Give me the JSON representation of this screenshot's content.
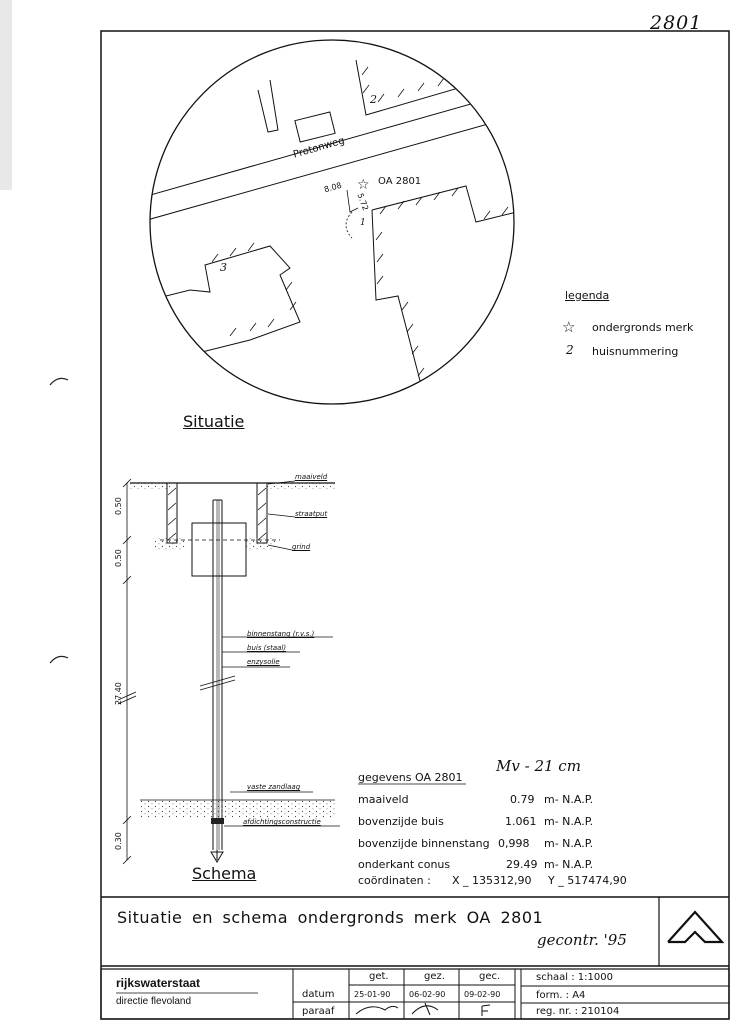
{
  "sheet_number_handwritten": "2801",
  "situatie": {
    "road_name": "Protonweg",
    "marker_label": "OA 2801",
    "dim_left": "8.08",
    "dim_right": "5.72",
    "house_numbers": [
      "2",
      "3",
      "1"
    ],
    "title": "Situatie"
  },
  "legend": {
    "title": "legenda",
    "items": [
      {
        "symbol": "☆",
        "text": "ondergronds merk"
      },
      {
        "symbol": "2",
        "text": "huisnummering"
      }
    ]
  },
  "schema": {
    "title": "Schema",
    "labels": {
      "maaiveld": "maaiveld",
      "straatput": "straatput",
      "grind": "grind",
      "binnenstang": "binnenstang (r.v.s.)",
      "buis": "buis (staal)",
      "enzysolie": "enzysolie",
      "vaste_zandlaag": "vaste zandlaag",
      "afdichting": "afdichtingsconstructie"
    },
    "dimensions": [
      "0.50",
      "0.50",
      "27.40",
      "0.30"
    ]
  },
  "gegevens": {
    "handwritten_note": "Mv - 21 cm",
    "title": "gegevens OA 2801",
    "rows": [
      {
        "label": "maaiveld",
        "value": "0.79",
        "unit": "m- N.A.P."
      },
      {
        "label": "bovenzijde buis",
        "value": "1.061",
        "unit": "m- N.A.P."
      },
      {
        "label": "bovenzijde binnenstang",
        "value": "0,998",
        "unit": "m- N.A.P."
      },
      {
        "label": "onderkant conus",
        "value": "29.49",
        "unit": "m- N.A.P."
      }
    ],
    "coordinates_label": "coördinaten :",
    "x": "X _ 135312,90",
    "y": "Y _ 517474,90"
  },
  "title_block": {
    "title": "Situatie en schema ondergronds merk OA 2801",
    "handwritten_check": "gecontr. '95",
    "organisation": "rijkswaterstaat",
    "directie": "directie flevoland",
    "datum_label": "datum",
    "paraaf_label": "paraaf",
    "columns": [
      {
        "header": "get.",
        "date": "25-01-90"
      },
      {
        "header": "gez.",
        "date": "06-02-90"
      },
      {
        "header": "gec.",
        "date": "09-02-90"
      }
    ],
    "schaal": "schaal : 1:1000",
    "form": "form. : A4",
    "reg_nr": "reg. nr. : 210104"
  }
}
